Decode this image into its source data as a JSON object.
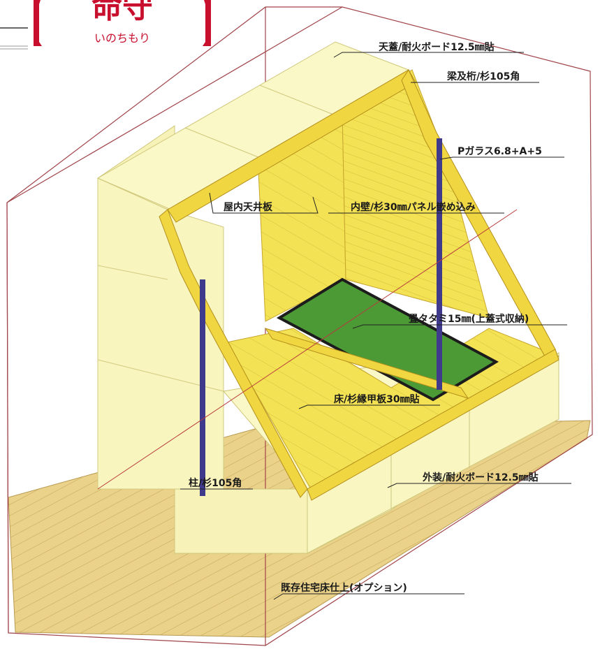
{
  "logo": {
    "kanji": "命守",
    "kana": "いのちもり"
  },
  "colors": {
    "panel": "#fbf8c8",
    "panel_side": "#f4efb2",
    "wood": "#f2e04a",
    "wood_dark": "#d7b52c",
    "tatami": "#4c9a36",
    "glass_post": "#3f3a8c",
    "deck": "#e7cf86",
    "frame_line": "#a0444a",
    "logo_red": "#c8102e"
  },
  "labels": {
    "ceiling": "天蓋/耐火ボード12.5㎜貼",
    "beam": "梁及桁/杉105角",
    "glass": "Pガラス6.8+A+5",
    "indoor_ceiling": "屋内天井板",
    "inner_wall": "内壁/杉30㎜パネル嵌め込み",
    "tatami": "畳タタミ15㎜(上蓋式収納)",
    "floor": "床/杉縁甲板30㎜貼",
    "column": "柱/杉105角",
    "exterior": "外装/耐火ボード12.5㎜貼",
    "existing_floor": "既存住宅床仕上(オプション)"
  }
}
